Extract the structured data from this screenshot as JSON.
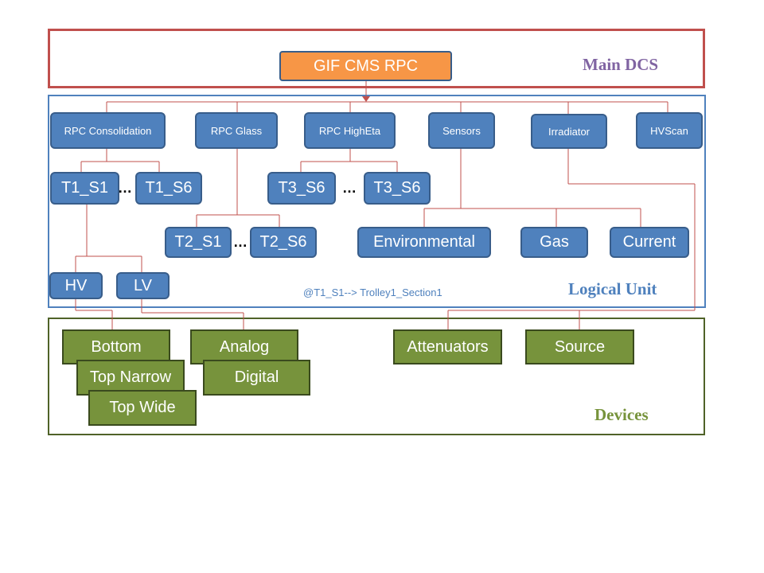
{
  "titles": {
    "main": "Main DCS",
    "logical": "Logical Unit",
    "devices": "Devices"
  },
  "root": "GIF CMS RPC",
  "categories": {
    "rpc_consolidation": "RPC Consolidation",
    "rpc_glass": "RPC Glass",
    "rpc_higheta": "RPC HighEta",
    "sensors": "Sensors",
    "irradiator": "Irradiator",
    "hvscan": "HVScan"
  },
  "units": {
    "t1_s1": "T1_S1",
    "t1_s6": "T1_S6",
    "t3_s6_a": "T3_S6",
    "t3_s6_b": "T3_S6",
    "t2_s1": "T2_S1",
    "t2_s6": "T2_S6",
    "environmental": "Environmental",
    "gas": "Gas",
    "current": "Current",
    "hv": "HV",
    "lv": "LV"
  },
  "ellipsis": "…",
  "note": "@T1_S1--> Trolley1_Section1",
  "devices": {
    "bottom": "Bottom",
    "top_narrow": "Top Narrow",
    "top_wide": "Top Wide",
    "analog": "Analog",
    "digital": "Digital",
    "attenuators": "Attenuators",
    "source": "Source"
  },
  "colors": {
    "main_frame": "#c0504d",
    "logical_frame": "#4f81bd",
    "devices_frame": "#4f6228",
    "node_blue": "#4f81bd",
    "node_green": "#77933c",
    "node_orange": "#f79646",
    "connector": "#c0504d"
  }
}
